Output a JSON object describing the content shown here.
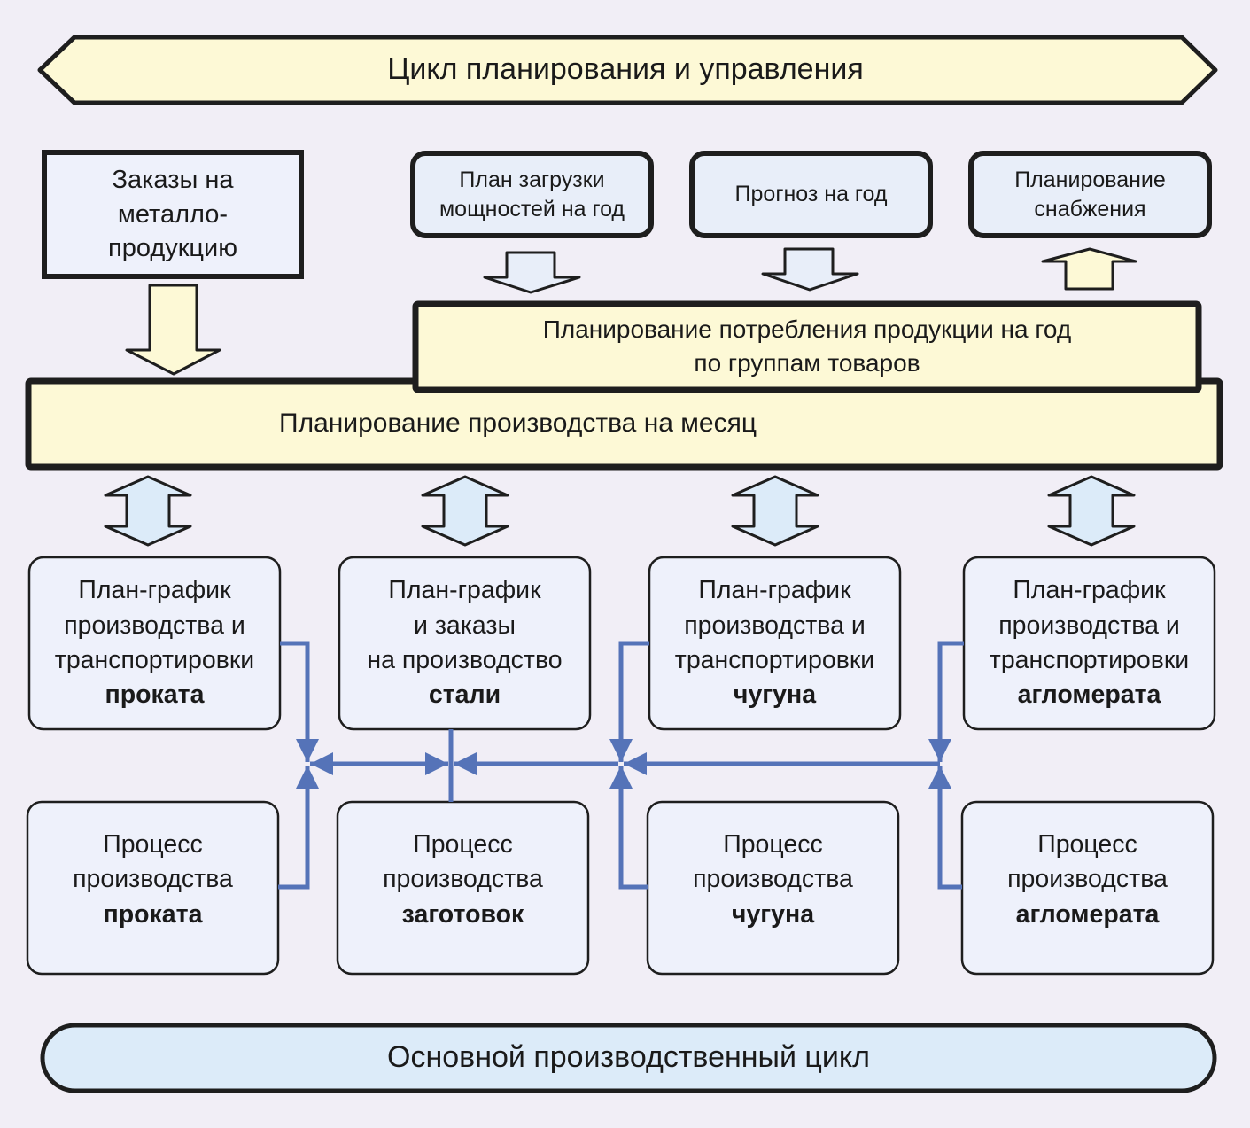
{
  "diagram": {
    "colors": {
      "background": "#f1eef6",
      "planning_fill": "#fdf9d6",
      "info_box_fill": "#e8eef9",
      "node_fill": "#eef1fb",
      "double_arrow_fill": "#dcebf9",
      "production_cycle_fill": "#dcebf9",
      "connector": "#5573b8",
      "border": "#1e1e1e"
    },
    "banner": {
      "label": "Цикл планирования и управления"
    },
    "orders": {
      "lines": [
        "Заказы на",
        "металло-",
        "продукцию"
      ]
    },
    "top_boxes": [
      {
        "id": "capacity",
        "lines": [
          "План загрузки",
          "мощностей на год"
        ],
        "arrow": "down"
      },
      {
        "id": "forecast",
        "lines": [
          "Прогноз на год"
        ],
        "arrow": "down"
      },
      {
        "id": "supply",
        "lines": [
          "Планирование",
          "снабжения"
        ],
        "arrow": "up"
      }
    ],
    "consumption_plan": {
      "lines": [
        "Планирование потребления продукции на год",
        "по группам товаров"
      ]
    },
    "monthly_plan": {
      "label": "Планирование производства на месяц"
    },
    "schedules": [
      {
        "lines": [
          "План-график",
          "производства и",
          "транспортировки"
        ],
        "bold": "проката"
      },
      {
        "lines": [
          "План-график",
          "и заказы",
          "на производство"
        ],
        "bold": "стали"
      },
      {
        "lines": [
          "План-график",
          "производства и",
          "транспортировки"
        ],
        "bold": "чугуна"
      },
      {
        "lines": [
          "План-график",
          "производства и",
          "транспортировки"
        ],
        "bold": "агломерата"
      }
    ],
    "processes": [
      {
        "lines": [
          "Процесс",
          "производства"
        ],
        "bold": "проката"
      },
      {
        "lines": [
          "Процесс",
          "производства"
        ],
        "bold": "заготовок"
      },
      {
        "lines": [
          "Процесс",
          "производства"
        ],
        "bold": "чугуна"
      },
      {
        "lines": [
          "Процесс",
          "производства"
        ],
        "bold": "агломерата"
      }
    ],
    "footer": {
      "label": "Основной производственный цикл"
    }
  }
}
